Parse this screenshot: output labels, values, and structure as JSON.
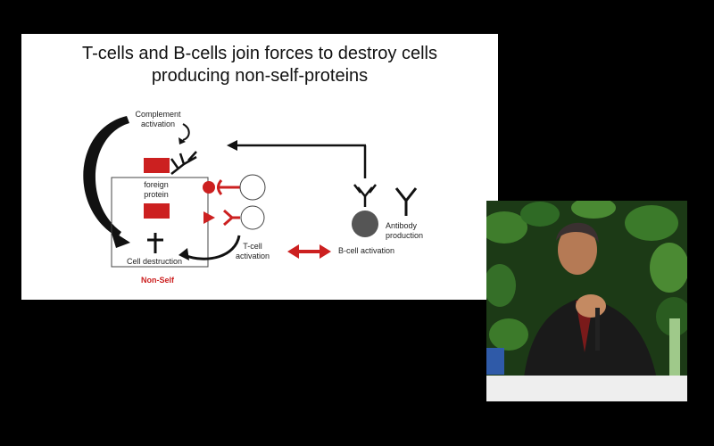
{
  "slide": {
    "title_line1": "T-cells and B-cells join forces to destroy cells",
    "title_line2": "producing non-self-proteins",
    "labels": {
      "complement_line1": "Complement",
      "complement_line2": "activation",
      "foreign_line1": "foreign",
      "foreign_line2": "protein",
      "cell_destruction": "Cell destruction",
      "non_self": "Non-Self",
      "tcell_line1": "T-cell",
      "tcell_line2": "activation",
      "bcell_activation": "B-cell activation",
      "antibody_line1": "Antibody",
      "antibody_line2": "production"
    }
  },
  "colors": {
    "accent_red": "#cc2020",
    "ink": "#111111",
    "cell_gray": "#555555",
    "foliage": "#2f6a25"
  },
  "video": {
    "description_icon": "speaker-video-feed"
  }
}
